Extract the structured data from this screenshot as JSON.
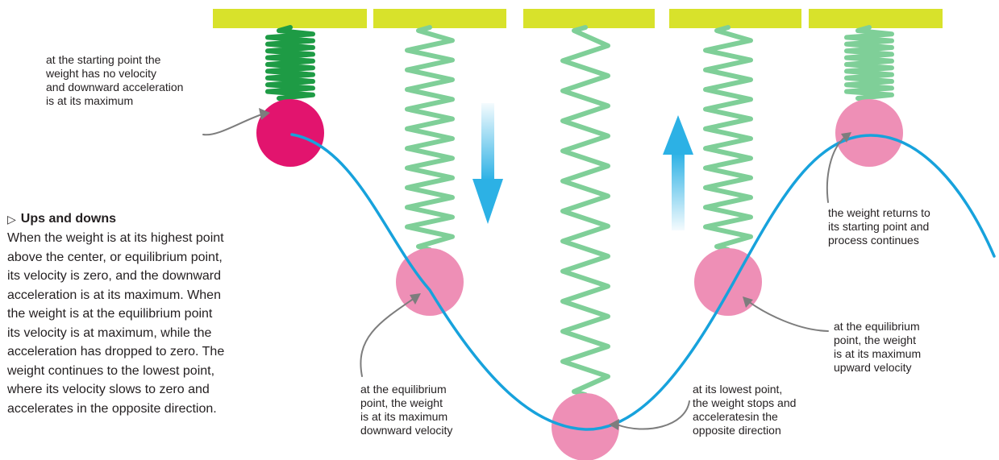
{
  "colors": {
    "ceiling": "#d8e22b",
    "spring_dark": "#1e9b45",
    "spring_light": "#7fcf98",
    "weight_dark": "#e2146e",
    "weight_light": "#ee8fb6",
    "curve": "#17a2dc",
    "arrow": "#2cb1e5",
    "callout": "#7d7d7d"
  },
  "labels": {
    "start": [
      "at the starting point the",
      "weight has no velocity",
      "and downward acceleration",
      "is at its maximum"
    ],
    "eq_down": [
      "at the equilibrium",
      "point, the weight",
      "is at its maximum",
      "downward velocity"
    ],
    "lowest": [
      "at its lowest point,",
      "the weight stops and",
      "acceleratesin the",
      "opposite direction"
    ],
    "eq_up": [
      "at the equilibrium",
      "point, the weight",
      "is at its maximum",
      "upward velocity"
    ],
    "returns": [
      "the weight returns to",
      "its starting point and",
      "process continues"
    ]
  },
  "sidebar": {
    "marker": "▷",
    "title": "Ups and downs",
    "lines": [
      "When the weight is at its highest point",
      "above the center, or equilibrium point,",
      "its velocity is zero, and the downward",
      "acceleration is at its maximum. When",
      "the weight is at the equilibrium point",
      "its velocity is at maximum, while the",
      "acceleration has dropped to zero. The",
      "weight continues to the lowest point,",
      "where its velocity slows to zero and",
      "accelerates in the opposite direction."
    ]
  },
  "icons": {
    "down_arrow": "down-arrow-icon",
    "up_arrow": "up-arrow-icon"
  }
}
